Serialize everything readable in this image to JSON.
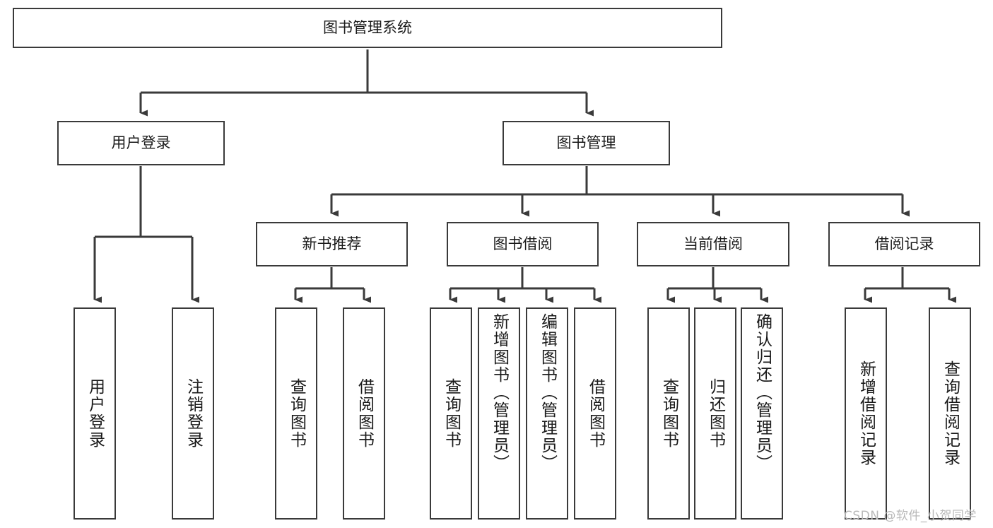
{
  "diagram": {
    "title": "图书管理系统",
    "watermark": "CSDN @软件_小贺同学",
    "line_color": "#3a3a3a",
    "text_color": "#1a1a1a",
    "background": "#ffffff",
    "nodes": {
      "root": "图书管理系统",
      "l1": {
        "user_login": "用户登录",
        "book_manage": "图书管理"
      },
      "l2": {
        "new_book_rec": "新书推荐",
        "book_borrow": "图书借阅",
        "current_borrow": "当前借阅",
        "borrow_record": "借阅记录"
      },
      "leaves": {
        "user_login_1": "用户登录",
        "user_login_2": "注销登录",
        "new_book_1": "查询图书",
        "new_book_2": "借阅图书",
        "borrow_1": "查询图书",
        "borrow_2": "新增图书（管理员）",
        "borrow_3": "编辑图书（管理员）",
        "borrow_4": "借阅图书",
        "current_1": "查询图书",
        "current_2": "归还图书",
        "current_3": "确认归还（管理员）",
        "record_1": "新增借阅记录",
        "record_2": "查询借阅记录"
      }
    }
  }
}
